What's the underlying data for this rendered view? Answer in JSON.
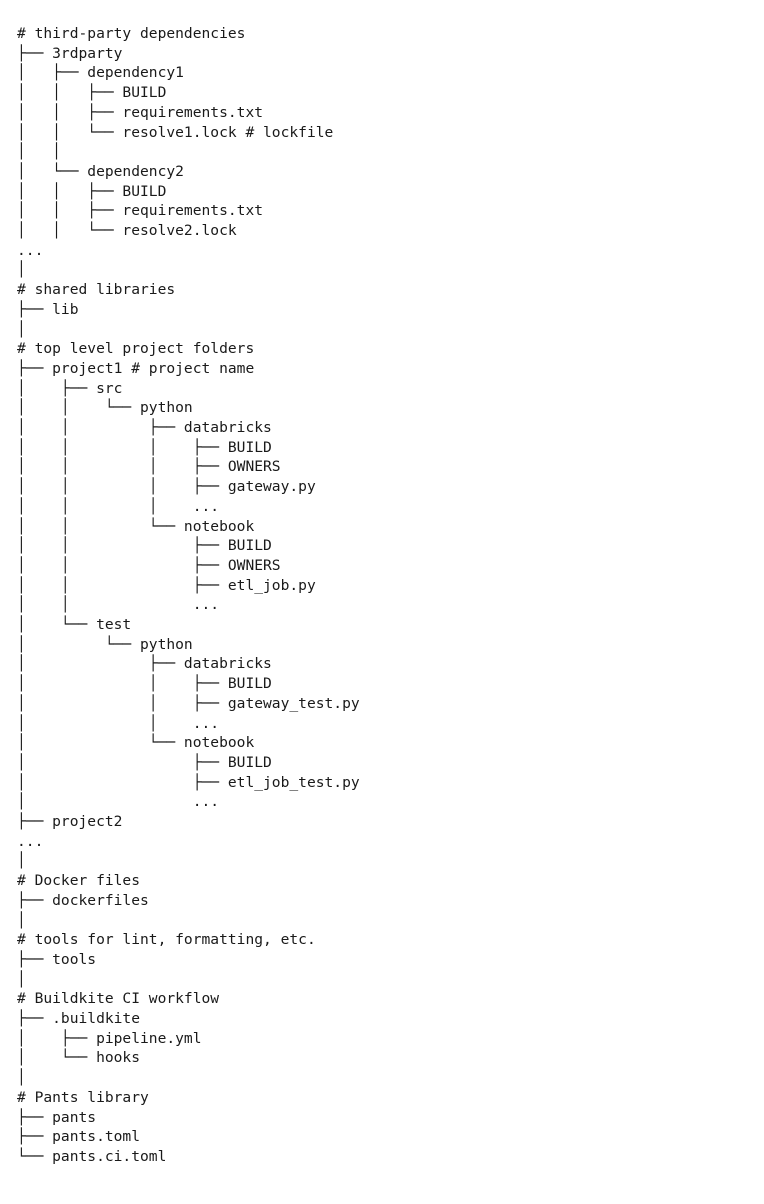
{
  "tree": {
    "lines": [
      "# third-party dependencies",
      "├── 3rdparty",
      "│   ├── dependency1",
      "│   │   ├── BUILD",
      "│   │   ├── requirements.txt",
      "│   │   └── resolve1.lock # lockfile",
      "│   │",
      "│   └── dependency2",
      "│   │   ├── BUILD",
      "│   │   ├── requirements.txt",
      "│   │   └── resolve2.lock",
      "...",
      "│",
      "# shared libraries",
      "├── lib",
      "│",
      "# top level project folders",
      "├── project1 # project name",
      "│    ├── src",
      "│    │    └── python",
      "│    │         ├── databricks",
      "│    │         │    ├── BUILD",
      "│    │         │    ├── OWNERS",
      "│    │         │    ├── gateway.py",
      "│    │         │    ...",
      "│    │         └── notebook",
      "│    │              ├── BUILD",
      "│    │              ├── OWNERS",
      "│    │              ├── etl_job.py",
      "│    │              ...",
      "│    └── test",
      "│         └── python",
      "│              ├── databricks",
      "│              │    ├── BUILD",
      "│              │    ├── gateway_test.py",
      "│              │    ...",
      "│              └── notebook",
      "│                   ├── BUILD",
      "│                   ├── etl_job_test.py",
      "│                   ...",
      "├── project2",
      "...",
      "│",
      "# Docker files",
      "├── dockerfiles",
      "│",
      "# tools for lint, formatting, etc.",
      "├── tools",
      "│",
      "# Buildkite CI workflow",
      "├── .buildkite",
      "│    ├── pipeline.yml",
      "│    └── hooks",
      "│",
      "# Pants library",
      "├── pants",
      "├── pants.toml",
      "└── pants.ci.toml"
    ]
  }
}
